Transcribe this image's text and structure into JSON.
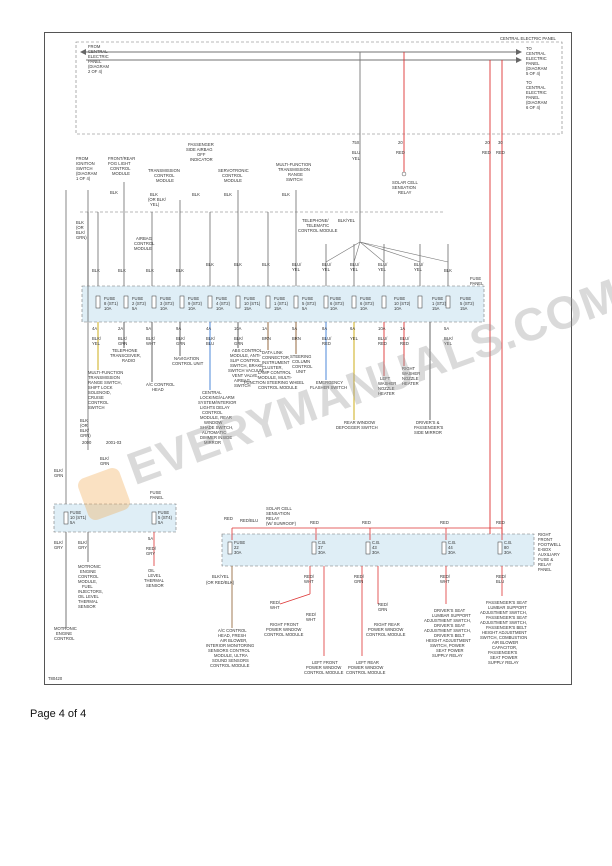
{
  "header": {
    "panel_label": "CENTRAL ELECTRIC PANEL",
    "from_panel": [
      "FROM",
      "CENTRAL",
      "ELECTRIC",
      "PANEL",
      "(DIAGRAM",
      "2 OF 4)"
    ],
    "to_panel_left": [
      "TO",
      "CENTRAL",
      "ELECTRIC",
      "PANEL",
      "(DIAGRAM",
      "5 OF 4)"
    ],
    "to_panel_right": [
      "TO",
      "CENTRAL",
      "ELECTRIC",
      "PANEL",
      "(DIAGRAM",
      "6 OF 4)"
    ]
  },
  "top_wires": {
    "w1": [
      "75X",
      "BLU",
      "YEL"
    ],
    "w2": [
      "20",
      "RED"
    ],
    "w3": [
      "20",
      "RED"
    ],
    "w4": [
      "30",
      "RED"
    ]
  },
  "modules_top": [
    [
      "FROM",
      "IGNITION",
      "SWITCH",
      "(DIAGRAM",
      "1 OF 4)"
    ],
    [
      "FRONT/REAR",
      "FOG LIGHT",
      "CONTROL",
      "MODULE"
    ],
    [
      "TRANSMISSION",
      "CONTROL",
      "MODULE"
    ],
    [
      "PASSENGER",
      "SIDE AIRBAG",
      "OFF",
      "INDICATOR"
    ],
    [
      "SERVOTRONIC",
      "CONTROL",
      "MODULE"
    ],
    [
      "MULTI-FUNCTION",
      "TRANSMISSION",
      "RANGE",
      "SWITCH"
    ],
    [
      "TELEPHONE/",
      "TELEMATIC",
      "CONTROL MODULE"
    ],
    [
      "SOLAR CELL",
      "SENSATION",
      "RELAY"
    ],
    [
      "AIRBAG",
      "CONTROL",
      "MODULE"
    ]
  ],
  "fuse_panel_label": [
    "FUSE",
    "PANEL"
  ],
  "fuses": [
    {
      "name": "FUSE",
      "num": "8 (ST1)",
      "amp": "10A"
    },
    {
      "name": "FUSE",
      "num": "2 (ST2)",
      "amp": "5A"
    },
    {
      "name": "FUSE",
      "num": "3 (ST2)",
      "amp": "10A"
    },
    {
      "name": "FUSE",
      "num": "9 (ST2)",
      "amp": "10A"
    },
    {
      "name": "FUSE",
      "num": "4 (ST2)",
      "amp": "10A"
    },
    {
      "name": "FUSE",
      "num": "10 (ST1)",
      "amp": "15A"
    },
    {
      "name": "FUSE",
      "num": "1 (ST1)",
      "amp": "15A"
    },
    {
      "name": "FUSE",
      "num": "5 (ST2)",
      "amp": "5A"
    },
    {
      "name": "FUSE",
      "num": "6 (ST2)",
      "amp": "10A"
    },
    {
      "name": "FUSE",
      "num": "6 (ST2)",
      "amp": "10A"
    },
    {
      "name": "FUSE",
      "num": "10 (ST2)",
      "amp": "10A"
    },
    {
      "name": "FUSE",
      "num": "1 (ST2)",
      "amp": "15A"
    },
    {
      "name": "FUSE",
      "num": "5 (ST2)",
      "amp": "15A"
    }
  ],
  "loads": [
    [
      "MULTI-FUNCTION",
      "TRANSMISSION",
      "RANGE SWITCH,",
      "SHIFT LOCK",
      "SOLENOID,",
      "CRUISE",
      "CONTROL",
      "SWITCH"
    ],
    [
      "TELEPHONE",
      "TRANSCEIVER,",
      "RADIO"
    ],
    [
      "NAVIGATION",
      "CONTROL UNIT"
    ],
    [
      "A/C CONTROL",
      "HEAD"
    ],
    [
      "CENTRAL",
      "LOCKING/ALARM",
      "SYSTEM/INTERIOR",
      "LIGHTS DELAY",
      "CONTROL",
      "MODULE, REAR",
      "WINDOW",
      "SHADE SWITCH,",
      "AUTOMATIC",
      "DIMMER INSIDE",
      "MIRROR"
    ],
    [
      "ABS CONTROL",
      "MODULE, ANTI-",
      "SLIP CONTROL",
      "SWITCH, BRAKE",
      "SWITCH VACUUM",
      "VENT VALVE,",
      "AIRBAG",
      "SWITCH"
    ],
    [
      "DATA LINK",
      "CONNECTOR,",
      "INSTRUMENT",
      "CLUSTER,",
      "LAMP CONTROL",
      "MODULE, MULTI-",
      "FUNCTION STEERING WHEEL",
      "CONTROL MODULE"
    ],
    [
      "STEERING",
      "COLUMN",
      "CONTROL",
      "UNIT"
    ],
    [
      "EMERGENCY",
      "FLASHER SWITCH"
    ],
    [
      "REAR WINDOW",
      "DEFOGGER SWITCH"
    ],
    [
      "LEFT",
      "WASHER",
      "NOZZLE",
      "HEATER"
    ],
    [
      "RIGHT",
      "WASHER",
      "NOZZLE",
      "HEATER"
    ],
    [
      "DRIVER'S &",
      "PASSENGER'S",
      "SIDE MIRROR"
    ],
    [
      "MOTRONIC",
      "ENGINE",
      "CONTROL",
      "MODULE,",
      "FUEL",
      "INJECTORS,",
      "OIL LEVEL",
      "THERMAL",
      "SENSOR"
    ],
    [
      "MOTRONIC",
      "ENGINE",
      "CONTROL"
    ],
    [
      "OIL",
      "LEVEL",
      "THERMAL",
      "SENSOR"
    ],
    [
      "A/C CONTROL",
      "HEAD, FRESH",
      "AIR BLOWER,",
      "INTERIOR MONITORING",
      "SENSORS CONTROL",
      "MODULE, ULTRA",
      "SOUND SENSORS",
      "CONTROL MODULE"
    ],
    [
      "RIGHT FRONT",
      "POWER WINDOW",
      "CONTROL MODULE"
    ],
    [
      "LEFT FRONT",
      "POWER WINDOW",
      "CONTROL MODULE"
    ],
    [
      "RIGHT REAR",
      "POWER WINDOW",
      "CONTROL MODULE"
    ],
    [
      "LEFT REAR",
      "POWER WINDOW",
      "CONTROL MODULE"
    ],
    [
      "DRIVER'S SEAT",
      "LUMBAR SUPPORT",
      "ADJUSTMENT SWITCH,",
      "DRIVER'S SEAT",
      "ADJUSTMENT SWITCH,",
      "DRIVER'S BELT",
      "HEIGHT ADJUSTMENT",
      "SWITCH, POWER",
      "SEAT POWER",
      "SUPPLY RELAY"
    ],
    [
      "PASSENGER'S SEAT",
      "LUMBAR SUPPORT",
      "ADJUSTMENT SWITCH,",
      "PASSENGER'S SEAT",
      "ADJUSTMENT SWITCH,",
      "PASSENGER'S BELT",
      "HEIGHT ADJUSTMENT",
      "SWITCH, COMBUSTION",
      "AIR BLOWER",
      "CAPACITOR,",
      "PASSENGER'S",
      "SEAT POWER",
      "SUPPLY RELAY"
    ]
  ],
  "lower_panel": {
    "fuse_panel": [
      "FUSE",
      "PANEL"
    ],
    "fuse_left": {
      "name": "FUSE",
      "num": "10 (ST1)",
      "amp": "5A"
    },
    "fuse_right": {
      "name": "FUSE",
      "num": "5 (ST4)",
      "amp": "5A"
    },
    "relay": [
      "SOLAR CELL",
      "SENSATION",
      "RELAY",
      "(W/ SUNROOF)"
    ],
    "aux_box": [
      "RIGHT",
      "FRONT",
      "FOOTWELL",
      "E-BOX",
      "AUXILIARY",
      "FUSE &",
      "RELAY",
      "PANEL"
    ],
    "fuse_1": {
      "name": "FUSE",
      "num": "22",
      "amp": "30A"
    },
    "cb_1": {
      "name": "C.B.",
      "num": "37",
      "amp": "30A"
    },
    "cb_2": {
      "name": "C.B.",
      "num": "43",
      "amp": "30A"
    },
    "cb_3": {
      "name": "C.B.",
      "num": "44",
      "amp": "30A"
    },
    "cb_4": {
      "name": "C.B.",
      "num": "80",
      "amp": "30A"
    },
    "years": [
      "2000",
      "2001-03"
    ]
  },
  "wire_colors": [
    "BLK",
    "BLU",
    "RED",
    "GRN",
    "YEL",
    "WHT",
    "GRY",
    "BRN"
  ],
  "diagram_id": "T80420",
  "footer": {
    "page_label": "Page 4 of 4"
  },
  "watermark": "EVERYMANUALS.COM"
}
